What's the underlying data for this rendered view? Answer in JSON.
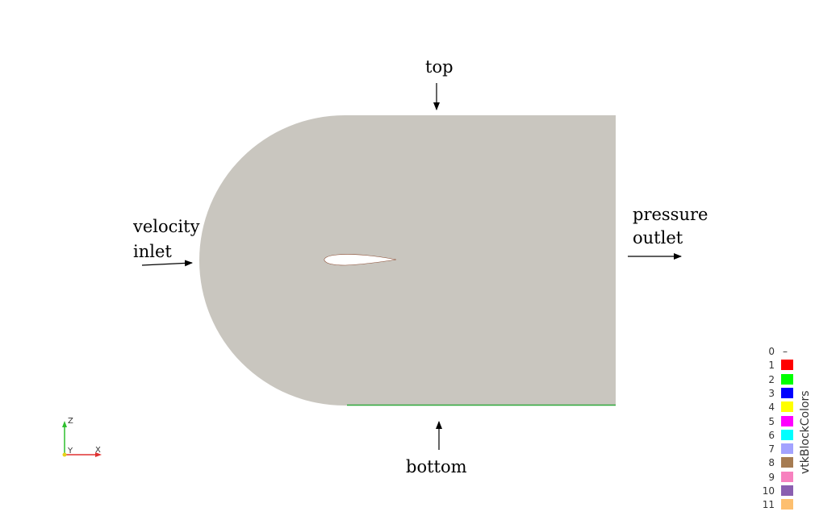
{
  "labels": {
    "top": "top",
    "bottom": "bottom",
    "velocity_inlet_line1": "velocity",
    "velocity_inlet_line2": "inlet",
    "pressure_outlet_line1": "pressure",
    "pressure_outlet_line2": "outlet"
  },
  "colors": {
    "domain_fill": "#c9c6bf",
    "bottom_edge": "#2ea83a",
    "airfoil": "#ffffff"
  },
  "legend": {
    "title": "vtkBlockColors",
    "entries": [
      {
        "label": "0",
        "color": ""
      },
      {
        "label": "1",
        "color": "#ff0000"
      },
      {
        "label": "2",
        "color": "#00ff00"
      },
      {
        "label": "3",
        "color": "#0000ff"
      },
      {
        "label": "4",
        "color": "#ffff00"
      },
      {
        "label": "5",
        "color": "#ff00ff"
      },
      {
        "label": "6",
        "color": "#00ffff"
      },
      {
        "label": "7",
        "color": "#a3a3ff"
      },
      {
        "label": "8",
        "color": "#a67c52"
      },
      {
        "label": "9",
        "color": "#f781bf"
      },
      {
        "label": "10",
        "color": "#8b5fb0"
      },
      {
        "label": "11",
        "color": "#fdbf6f"
      }
    ]
  },
  "axes_triad": {
    "z": "Z",
    "y": "Y",
    "x": "X"
  }
}
